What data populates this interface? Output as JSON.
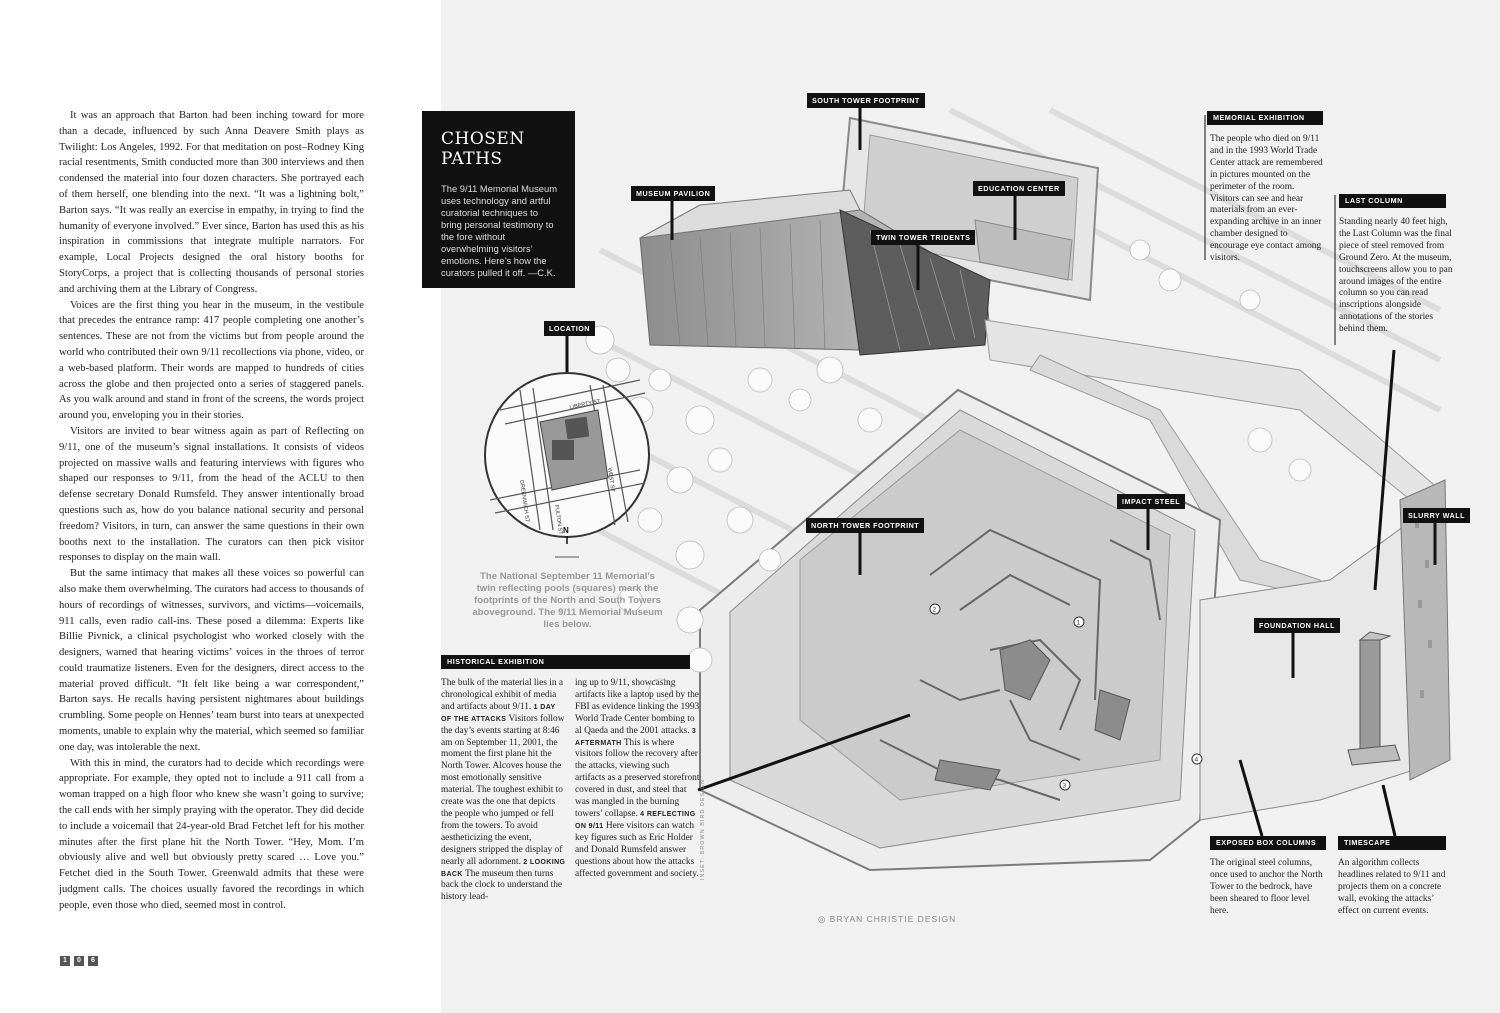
{
  "article": {
    "paragraphs": [
      "It was an approach that Barton had been inching toward for more than a decade, influenced by such Anna Deavere Smith plays as Twilight: Los Angeles, 1992. For that meditation on post–Rodney King racial resentments, Smith conducted more than 300 interviews and then condensed the material into four dozen characters. She portrayed each of them herself, one blending into the next. “It was a lightning bolt,” Barton says. “It was really an exercise in empathy, in trying to find the humanity of everyone involved.” Ever since, Barton has used this as his inspiration in commissions that integrate multiple narrators. For example, Local Projects designed the oral history booths for StoryCorps, a project that is collecting thousands of personal stories and archiving them at the Library of Congress.",
      "Voices are the first thing you hear in the museum, in the vestibule that precedes the entrance ramp: 417 people completing one another’s sentences. These are not from the victims but from people around the world who contributed their own 9/11 recollections via phone, video, or a web-based platform. Their words are mapped to hundreds of cities across the globe and then projected onto a series of staggered panels. As you walk around and stand in front of the screens, the words project around you, enveloping you in their stories.",
      "Visitors are invited to bear witness again as part of Reflecting on 9/11, one of the museum’s signal installations. It consists of videos projected on massive walls and featuring interviews with figures who shaped our responses to 9/11, from the head of the ACLU to then defense secretary Donald Rumsfeld. They answer intentionally broad questions such as, how do you balance national security and personal freedom? Visitors, in turn, can answer the same questions in their own booths next to the installation. The curators can then pick visitor responses to display on the main wall.",
      "But the same intimacy that makes all these voices so powerful can also make them overwhelming. The curators had access to thousands of hours of recordings of witnesses, survivors, and victims—voicemails, 911 calls, even radio call-ins. These posed a dilemma: Experts like Billie Pivnick, a clinical psychologist who worked closely with the designers, warned that hearing victims’ voices in the throes of terror could traumatize listeners. Even for the designers, direct access to the material proved difficult. “It felt like being a war correspondent,” Barton says. He recalls having persistent nightmares about buildings crumbling. Some people on Hennes’ team burst into tears at unexpected moments, unable to explain why the material, which seemed so familiar one day, was intolerable the next.",
      "With this in mind, the curators had to decide which recordings were appropriate. For example, they opted not to include a 911 call from a woman trapped on a high floor who knew she wasn’t going to survive; the call ends with her simply praying with the operator. They did decide to include a voicemail that 24-year-old Brad Fetchet left for his mother minutes after the first plane hit the North Tower. “Hey, Mom. I’m obviously alive and well but obviously pretty scared … Love you.” Fetchet died in the South Tower. Greenwald admits that these were judgment calls. The choices usually favored the recordings in which people, even those who died, seemed most in control."
    ],
    "folio": [
      "1",
      "0",
      "6"
    ]
  },
  "sidebar": {
    "title": "CHOSEN PATHS",
    "dek": "The 9/11 Memorial Museum uses technology and artful curatorial techniques to bring personal testimony to the fore without overwhelming visitors’ emotions. Here’s how the curators pulled it off. —C.K."
  },
  "labels": {
    "south_tower": "SOUTH TOWER FOOTPRINT",
    "museum_pavilion": "MUSEUM PAVILION",
    "education_center": "EDUCATION CENTER",
    "twin_tower_tridents": "TWIN TOWER TRIDENTS",
    "location": "LOCATION",
    "impact_steel": "IMPACT STEEL",
    "north_tower": "NORTH TOWER FOOTPRINT",
    "slurry_wall": "SLURRY WALL",
    "foundation_hall": "FOUNDATION HALL"
  },
  "map": {
    "streets": [
      "LIBERTY ST",
      "GREENWICH ST",
      "WEST ST",
      "FULTON ST"
    ],
    "north": "N"
  },
  "caption": "The National September 11 Memorial’s twin reflecting pools (squares) mark the footprints of the North and South Towers aboveground. The 9/11 Memorial Museum lies below.",
  "memorial_exhibition": {
    "label": "MEMORIAL EXHIBITION",
    "text": "The people who died on 9/11 and in the 1993 World Trade Center attack are remembered in pictures mounted on the perimeter of the room. Visitors can see and hear materials from an ever-expanding archive in an inner chamber designed to encourage eye contact among visitors."
  },
  "last_column": {
    "label": "LAST COLUMN",
    "text": "Standing nearly 40 feet high, the Last Column was the final piece of steel removed from Ground Zero. At the museum, touchscreens allow you to pan around images of the entire column so you can read inscriptions alongside annotations of the stories behind them."
  },
  "historical_exhibition": {
    "label": "HISTORICAL EXHIBITION",
    "col1_intro": "The bulk of the material lies in a chronological exhibit of media and artifacts about 9/11.",
    "h1_num": "1",
    "h1_head": "DAY OF THE ATTACKS",
    "h1_text": "Visitors follow the day’s events starting at 8:46 am on September 11, 2001, the moment the first plane hit the North Tower. Alcoves house the most emotionally sensitive material. The toughest exhibit to create was the one that depicts the people who jumped or fell from the towers. To avoid aestheticizing the event, designers stripped the display of nearly all adornment.",
    "h2_num": "2",
    "h2_head": "LOOKING BACK",
    "h2_text": "The museum then turns back the clock to understand the history lead-",
    "col2_intro": "ing up to 9/11, showcasing artifacts like a laptop used by the FBI as evidence linking the 1993 World Trade Center bombing to al Qaeda and the 2001 attacks.",
    "h3_num": "3",
    "h3_head": "AFTERMATH",
    "h3_text": "This is where visitors follow the recovery after the attacks, viewing such artifacts as a preserved storefront covered in dust, and steel that was mangled in the burning towers’ collapse.",
    "h4_num": "4",
    "h4_head": "REFLECTING ON 9/11",
    "h4_text": "Here visitors can watch key figures such as Eric Holder and Donald Rumsfeld answer questions about how the attacks affected government and society."
  },
  "exposed_box": {
    "label": "EXPOSED BOX COLUMNS",
    "text": "The original steel columns, once used to anchor the North Tower to the bedrock, have been sheared to floor level here."
  },
  "timescape": {
    "label": "TIMESCAPE",
    "text": "An algorithm collects headlines related to 9/11 and projects them on a concrete wall, evoking the attacks’ effect on current events."
  },
  "credits": {
    "main": "BRYAN CHRISTIE DESIGN",
    "inset": "INSET: BROWN BIRD DESIGN"
  },
  "diagram_numbers": [
    "1",
    "2",
    "3",
    "4"
  ]
}
